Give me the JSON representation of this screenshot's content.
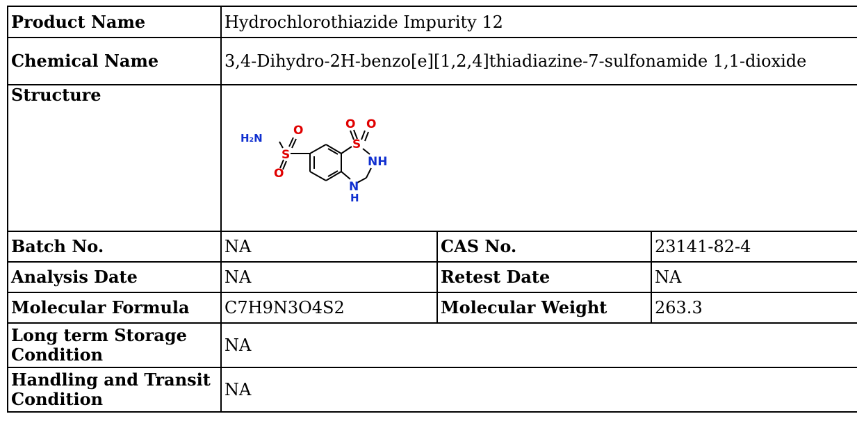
{
  "rows": {
    "product_name": {
      "label": "Product Name",
      "value": "Hydrochlorothiazide Impurity 12"
    },
    "chemical_name": {
      "label": "Chemical Name",
      "value": "3,4-Dihydro-2H-benzo[e][1,2,4]thiadiazine-7-sulfonamide 1,1-dioxide"
    },
    "structure": {
      "label": "Structure",
      "atoms": {
        "h2n": "H₂N",
        "s": "S",
        "o": "O",
        "nh": "NH",
        "n": "N",
        "h": "H"
      }
    },
    "batch_no": {
      "label": "Batch No.",
      "value": "NA"
    },
    "cas_no": {
      "label": "CAS No.",
      "value": "23141-82-4"
    },
    "analysis_date": {
      "label": "Analysis Date",
      "value": "NA"
    },
    "retest_date": {
      "label": "Retest Date",
      "value": "NA"
    },
    "molecular_formula": {
      "label": "Molecular Formula",
      "value": "C7H9N3O4S2"
    },
    "molecular_weight": {
      "label": "Molecular Weight",
      "value": "263.3"
    },
    "storage": {
      "label": "Long term Storage Condition",
      "value": "NA"
    },
    "handling": {
      "label": "Handling and Transit Condition",
      "value": "NA"
    }
  },
  "colors": {
    "heteroatom_s": "#e00000",
    "heteroatom_o": "#e00000",
    "heteroatom_n": "#1030d0",
    "border": "#000000"
  }
}
